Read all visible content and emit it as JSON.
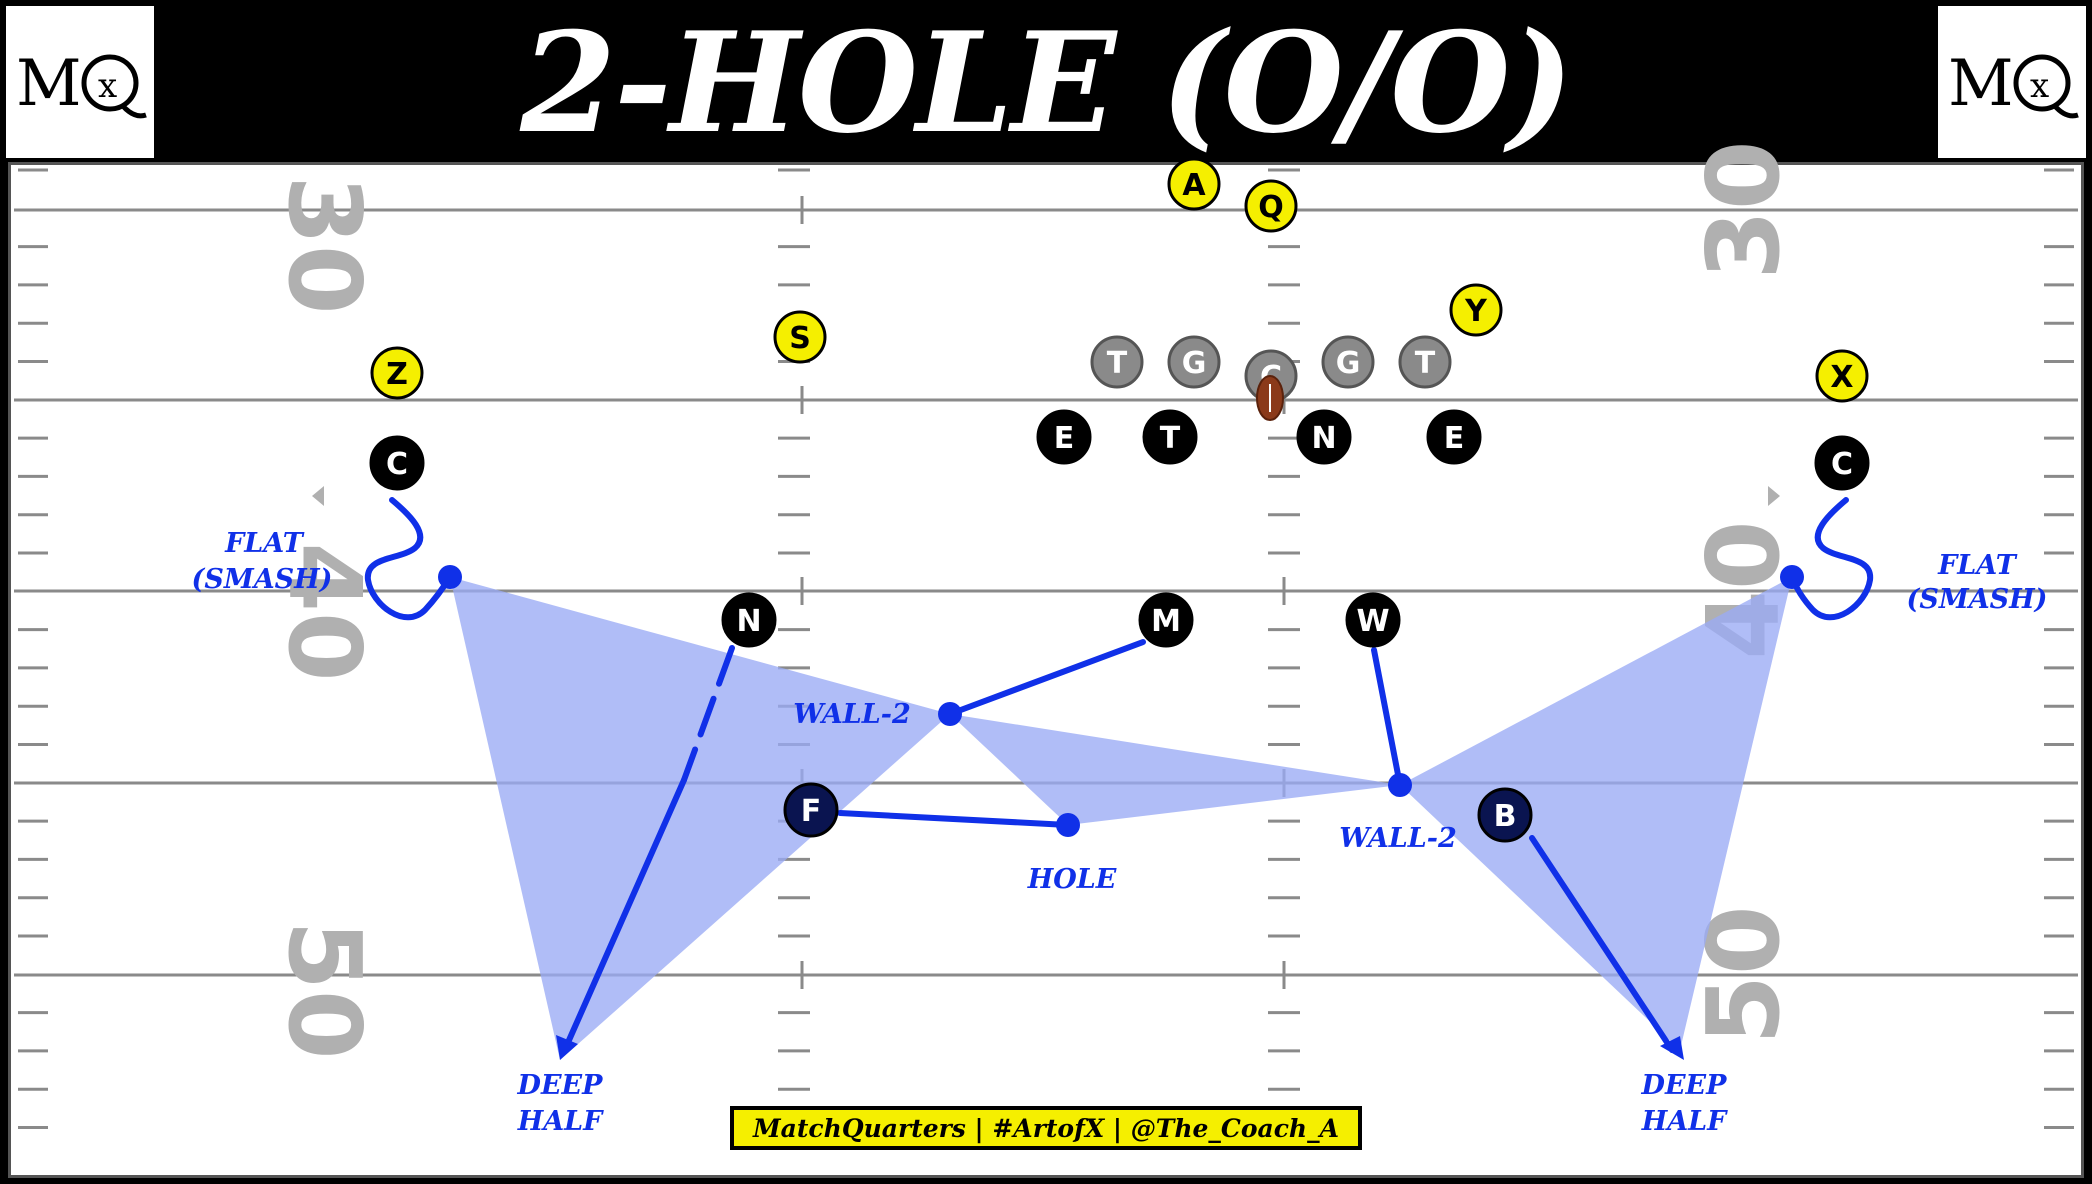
{
  "title": "2-HOLE (O/O)",
  "logo_text": "MQX",
  "credit": "MatchQuarters | #ArtofX | @The_Coach_A",
  "colors": {
    "offense_fill": "#f5ef00",
    "defense_fill": "#000000",
    "deep_defender_fill": "#0a1450",
    "oline_fill": "#8a8a8a",
    "assignment_blue": "#1030e8",
    "zone_fill": "#9aaaf5",
    "yard_number_gray": "#b0b0b0",
    "football_brown": "#8b3a1a"
  },
  "yard_numbers": {
    "left_top": "30",
    "left_mid": "40",
    "left_bottom": "50",
    "right_top": "30",
    "right_mid": "40",
    "right_bottom": "50"
  },
  "offense": [
    {
      "label": "A"
    },
    {
      "label": "Q"
    },
    {
      "label": "Y"
    },
    {
      "label": "S"
    },
    {
      "label": "Z"
    },
    {
      "label": "X"
    }
  ],
  "offensive_line": [
    {
      "label": "T"
    },
    {
      "label": "G"
    },
    {
      "label": "C"
    },
    {
      "label": "G"
    },
    {
      "label": "T"
    }
  ],
  "defense": [
    {
      "label": "E"
    },
    {
      "label": "T"
    },
    {
      "label": "N"
    },
    {
      "label": "E"
    },
    {
      "label": "C"
    },
    {
      "label": "C"
    },
    {
      "label": "N"
    },
    {
      "label": "M"
    },
    {
      "label": "W"
    },
    {
      "label": "F"
    },
    {
      "label": "B"
    }
  ],
  "assignment_labels": {
    "flat_left_line1": "FLAT",
    "flat_left_line2": "(SMASH)",
    "flat_right_line1": "FLAT",
    "flat_right_line2": "(SMASH)",
    "wall_left": "WALL-2",
    "wall_right": "WALL-2",
    "hole": "HOLE",
    "deep_left_line1": "DEEP",
    "deep_left_line2": "HALF",
    "deep_right_line1": "DEEP",
    "deep_right_line2": "HALF"
  }
}
